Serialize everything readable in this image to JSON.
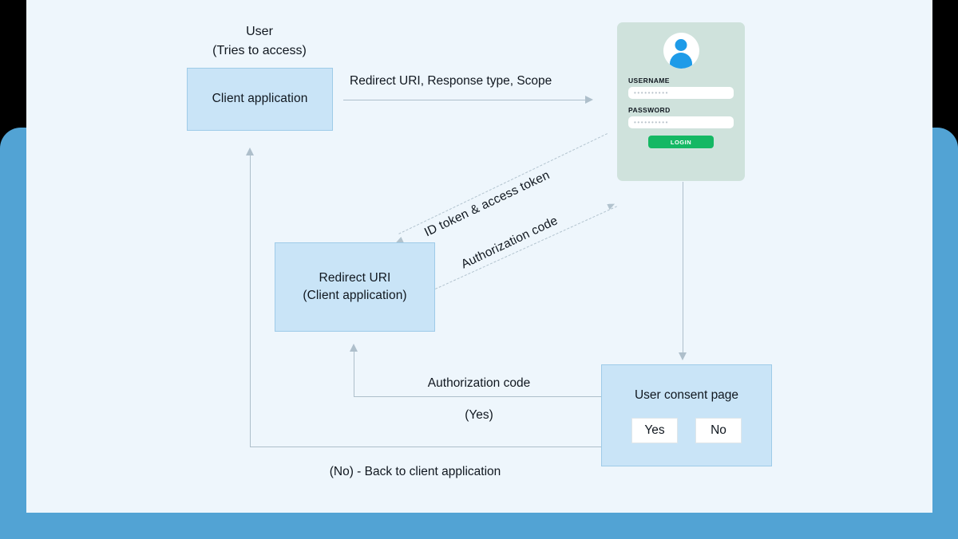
{
  "diagram": {
    "title": "OAuth 2.0 / OIDC authorization code flow",
    "colors": {
      "frame": "#52a3d4",
      "canvas": "#eef6fc",
      "box_fill": "#c9e4f7",
      "box_border": "#9ecbe8",
      "login_card": "#cfe2dc",
      "login_button": "#15b864",
      "avatar_blue": "#1e9be8",
      "line": "#aebfcb",
      "dashed_line": "#b2c3ce",
      "text": "#10171f"
    }
  },
  "nodes": {
    "user_caption": {
      "line1": "User",
      "line2": "(Tries to access)"
    },
    "client_application": {
      "label": "Client application"
    },
    "redirect_uri": {
      "line1": "Redirect URI",
      "line2": "(Client application)"
    },
    "login_card": {
      "avatar_icon": "user-avatar-icon",
      "username_label": "USERNAME",
      "username_value": "••••••••••",
      "password_label": "PASSWORD",
      "password_value": "••••••••••",
      "login_button": "LOGIN"
    },
    "consent_page": {
      "title": "User consent page",
      "yes_button": "Yes",
      "no_button": "No"
    }
  },
  "edges": {
    "request": "Redirect URI, Response type, Scope",
    "id_and_access_token": "ID token & access token",
    "authorization_code_diagonal": "Authorization code",
    "authorization_code_bottom": "Authorization code",
    "yes_branch": "(Yes)",
    "no_branch": "(No) - Back to client application"
  }
}
